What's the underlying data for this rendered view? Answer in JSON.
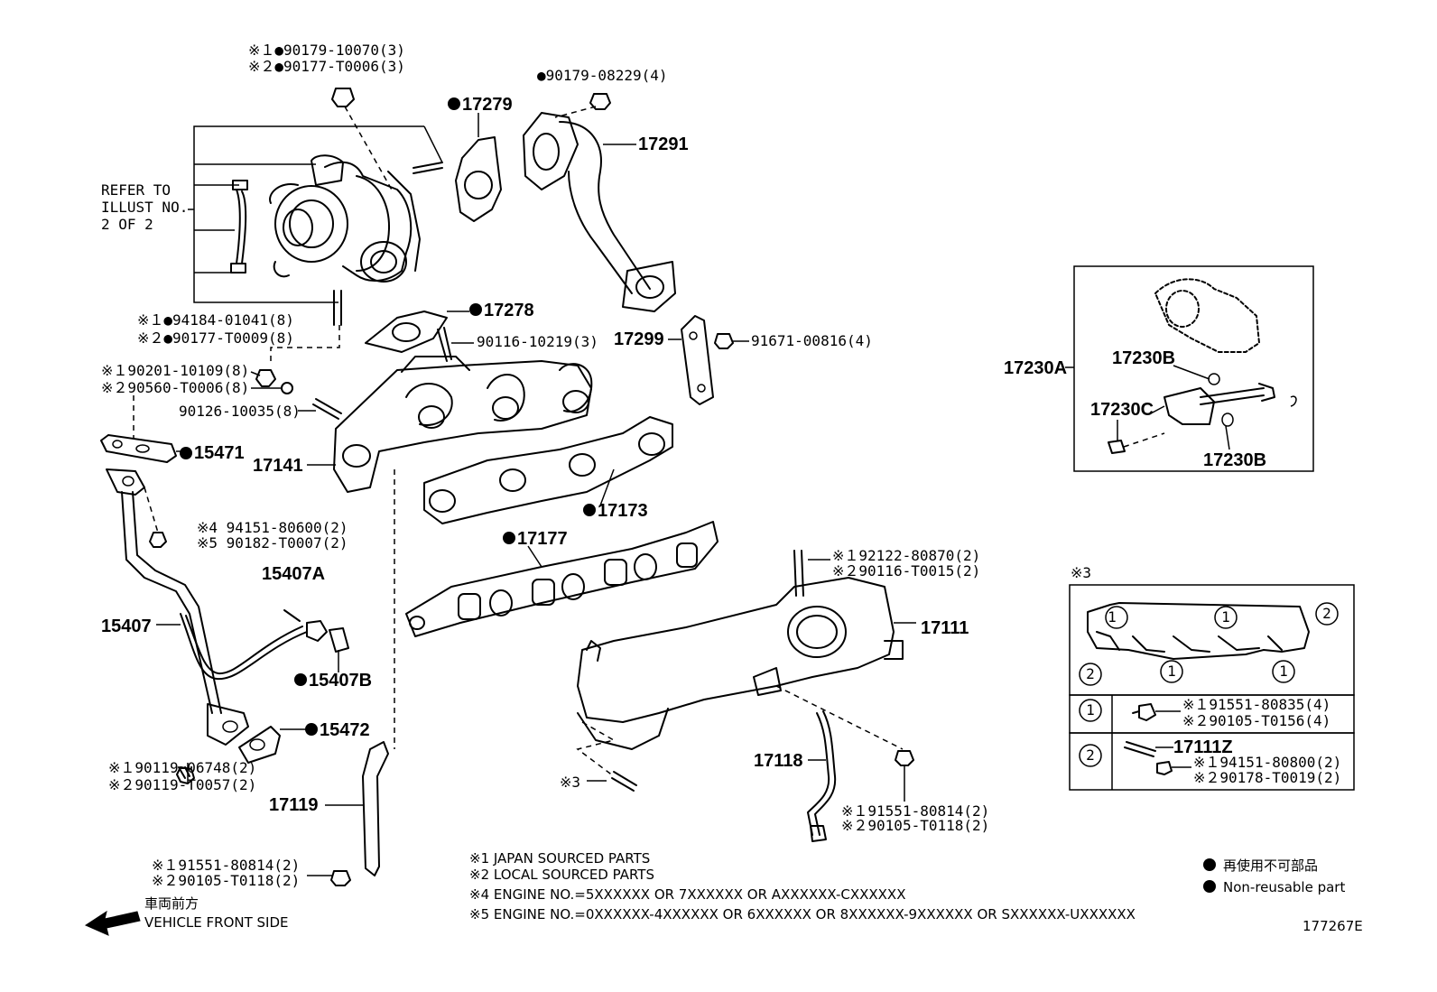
{
  "diagram_id": "177267E",
  "parts": {
    "p17279": "17279",
    "p17291": "17291",
    "p17278": "17278",
    "p17299": "17299",
    "p17141": "17141",
    "p17173": "17173",
    "p17177": "17177",
    "p15471": "15471",
    "p15407": "15407",
    "p15407a": "15407A",
    "p15407b": "15407B",
    "p15472": "15472",
    "p17119": "17119",
    "p17111": "17111",
    "p17118": "17118",
    "p17230a": "17230A",
    "p17230b_top": "17230B",
    "p17230c": "17230C",
    "p17230b_bottom": "17230B",
    "p17111z": "17111Z"
  },
  "fasteners": {
    "top_nut_1": "※１●90179-10070(3)",
    "top_nut_2": "※２●90177-T0006(3)",
    "pipe_nut": "●90179-08229(4)",
    "stud_1": "※１●94184-01041(8)",
    "stud_2": "※２●90177-T0009(8)",
    "stud_mid": "90116-10219(3)",
    "bolt_17299": "91671-00816(4)",
    "washer_1": "※１90201-10109(8)",
    "washer_2": "※２90560-T0006(8)",
    "stud_manifold": "90126-10035(8)",
    "nut_15407_4": "※4 94151-80600(2)",
    "nut_15407_5": "※5 90182-T0007(2)",
    "stud_17111_1": "※１92122-80870(2)",
    "stud_17111_2": "※２90116-T0015(2)",
    "bolt_15407_1": "※１90119-06748(2)",
    "bolt_15407_2": "※２90119-T0057(2)",
    "bolt_17118_1": "※１91551-80814(2)",
    "bolt_17118_2": "※２90105-T0118(2)",
    "bolt_17119_1": "※１91551-80814(2)",
    "bolt_17119_2": "※２90105-T0118(2)",
    "star3_stud": "※3"
  },
  "refer": {
    "line1": "REFER TO",
    "line2": "ILLUST NO.",
    "line3": "2 OF 2"
  },
  "inset3": {
    "title": "※3",
    "callouts": [
      "1",
      "1",
      "2",
      "2",
      "1",
      "1"
    ],
    "row1": {
      "index": "1",
      "bolt_1": "※１91551-80835(4)",
      "bolt_2": "※２90105-T0156(4)"
    },
    "row2": {
      "index": "2",
      "part": "17111Z",
      "nut_1": "※１94151-80800(2)",
      "nut_2": "※２90178-T0019(2)"
    }
  },
  "notes": {
    "n1": "※1 JAPAN SOURCED PARTS",
    "n2": "※2 LOCAL SOURCED PARTS",
    "n4": "※4 ENGINE NO.=5XXXXXX OR 7XXXXXX OR AXXXXXX-CXXXXXX",
    "n5": "※5 ENGINE NO.=0XXXXXX-4XXXXXX OR 6XXXXXX OR 8XXXXXX-9XXXXXX OR SXXXXXX-UXXXXXX"
  },
  "legend": {
    "jp": "再使用不可部品",
    "en": "Non-reusable part"
  },
  "front": {
    "jp": "車両前方",
    "en": "VEHICLE FRONT SIDE"
  }
}
